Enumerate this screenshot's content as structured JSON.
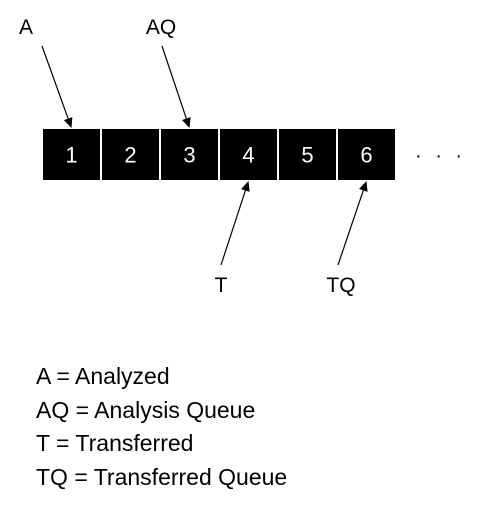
{
  "cells": [
    "1",
    "2",
    "3",
    "4",
    "5",
    "6"
  ],
  "ellipsis": "· · ·",
  "pointers": [
    {
      "label": "A",
      "target_cell": 1,
      "side": "top"
    },
    {
      "label": "AQ",
      "target_cell": 3,
      "side": "top"
    },
    {
      "label": "T",
      "target_cell": 4,
      "side": "bottom"
    },
    {
      "label": "TQ",
      "target_cell": 6,
      "side": "bottom"
    }
  ],
  "legend": [
    "A = Analyzed",
    "AQ = Analysis Queue",
    "T = Transferred",
    "TQ = Transferred Queue"
  ],
  "colors": {
    "cell_fill": "#000000",
    "cell_text": "#ffffff",
    "arrow": "#000000"
  }
}
